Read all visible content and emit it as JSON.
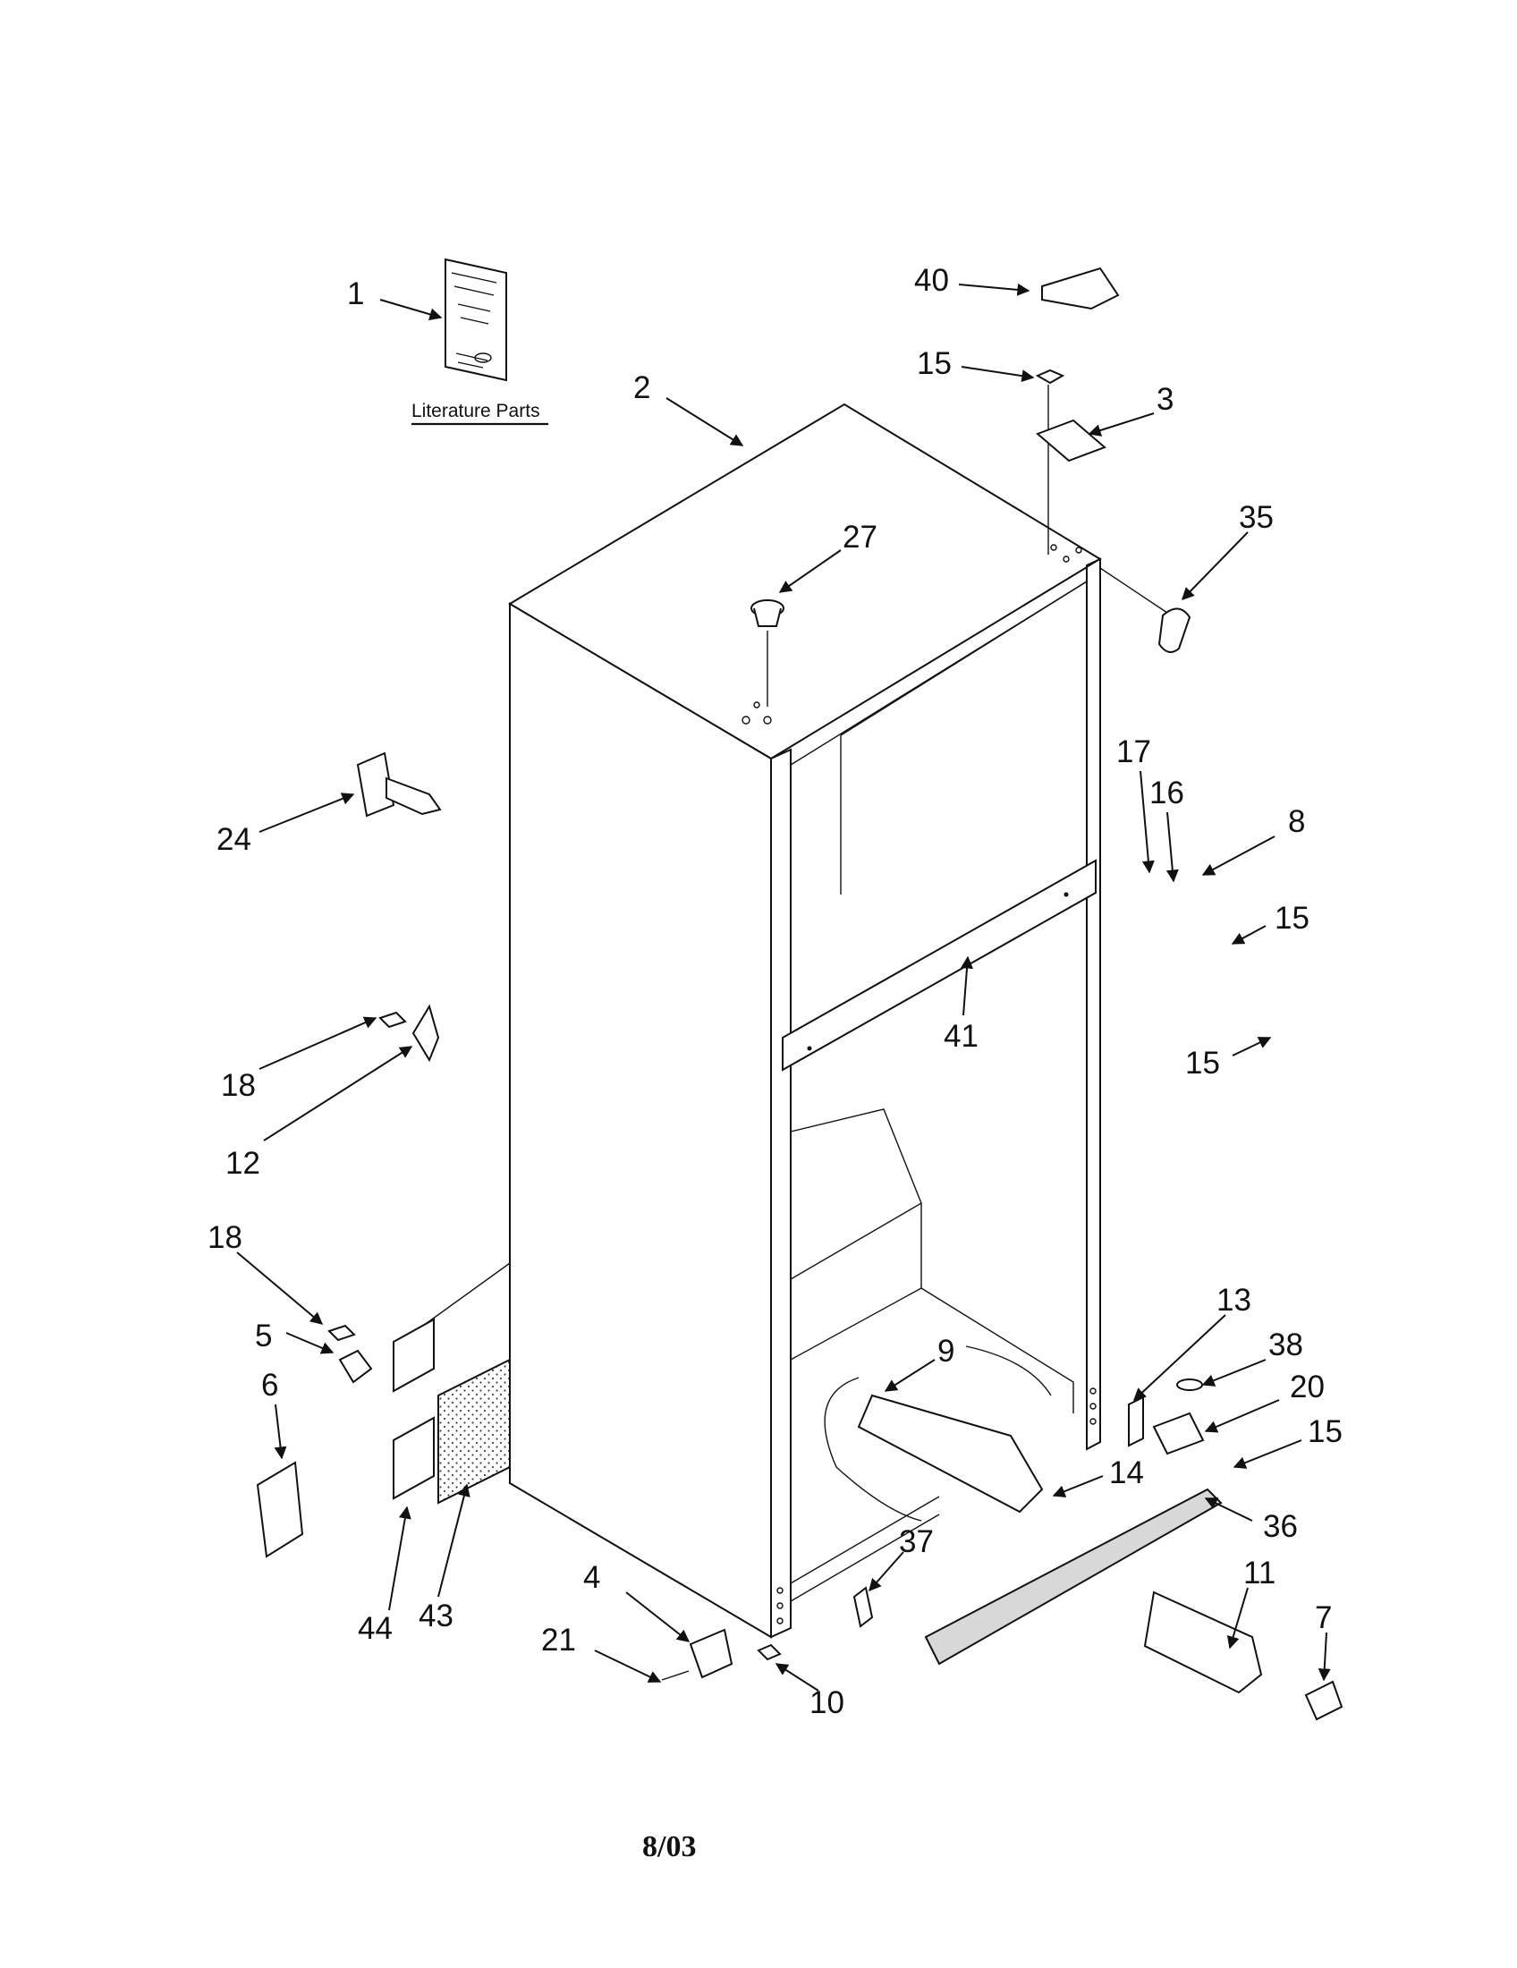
{
  "literature_caption": "Literature Parts",
  "date_code": "8/03",
  "callouts": [
    "1",
    "2",
    "40",
    "15",
    "3",
    "35",
    "27",
    "17",
    "16",
    "8",
    "15",
    "41",
    "15",
    "24",
    "18",
    "12",
    "18",
    "5",
    "6",
    "13",
    "38",
    "20",
    "15",
    "9",
    "14",
    "36",
    "37",
    "11",
    "7",
    "44",
    "43",
    "4",
    "21",
    "10"
  ]
}
